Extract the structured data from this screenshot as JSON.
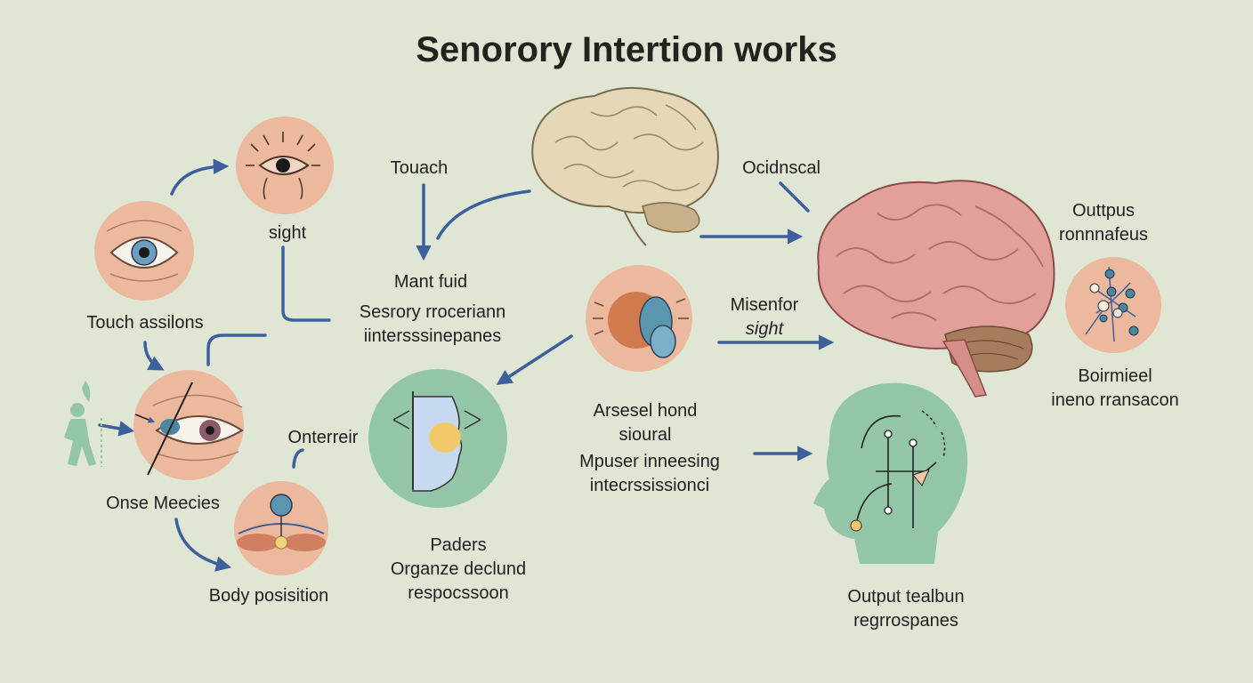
{
  "title": "Senorory Intertion works",
  "colors": {
    "background": "#dfe6d3",
    "arrow": "#3d5f9c",
    "peach_circle": "#ecb99e",
    "mint_circle": "#93c6a7",
    "brain_beige": "#e5d8b8",
    "brain_pink": "#e1a09a"
  },
  "icons": [
    "eye-icon",
    "radiating-eye-icon",
    "crossed-eye-icon",
    "body-position-icon",
    "retina-icon",
    "face-profile-icon",
    "neuron-cluster-icon",
    "walking-figure-icon",
    "beige-brain-icon",
    "pink-brain-icon",
    "head-circuit-icon"
  ],
  "labels": {
    "sight": "sight",
    "touch_assilons": "Touch assilons",
    "onse_meecies": "Onse Meecies",
    "body_posisition": "Body posisition",
    "onterreir": "Onterreir",
    "touach": "Touach",
    "mant_fuid": "Mant fuid",
    "sesrory_line1": "Sesrory rroceriann",
    "sesrory_line2": "iintersssinepanes",
    "paders_line1": "Paders",
    "paders_line2": "Organze declund",
    "paders_line3": "respocssoon",
    "ocidnscal": "Ocidnscal",
    "misenfor_line1": "Misenfor",
    "misenfor_line2": "sight",
    "arsesel_line1": "Arsesel hond",
    "arsesel_line2": "sioural",
    "mpuser_line1": "Mpuser inneesing",
    "mpuser_line2": "intecrssissionci",
    "outtpus_line1": "Outtpus",
    "outtpus_line2": "ronnnafeus",
    "boirmieel_line1": "Boirmieel",
    "boirmieel_line2": "ineno rransacon",
    "output_line1": "Output tealbun",
    "output_line2": "regrrospanes"
  }
}
